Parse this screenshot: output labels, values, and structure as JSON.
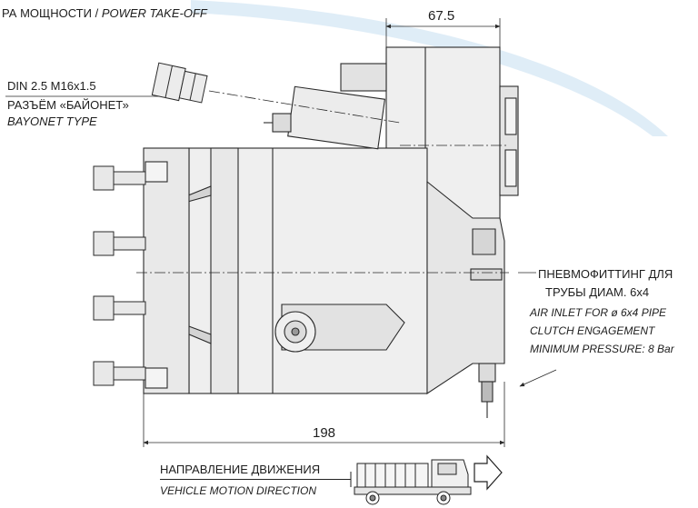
{
  "header": {
    "ru": "РА МОЩНОСТИ",
    "sep": " / ",
    "en": "POWER TAKE-OFF"
  },
  "dimensions": {
    "top": "67.5",
    "bottom": "198"
  },
  "labels": {
    "connector": {
      "line1": "DIN 2.5 M16x1.5",
      "line2": "РАЗЪЁМ «БАЙОНЕТ»",
      "line3": "BAYONET TYPE"
    },
    "air_inlet": {
      "line1": "ПНЕВМОФИТТИНГ ДЛЯ",
      "line2": "ТРУБЫ ДИАМ. 6х4",
      "line3": "AIR INLET FOR ø 6x4 PIPE",
      "line4": "CLUTCH ENGAGEMENT",
      "line5": "MINIMUM PRESSURE: 8 Bar"
    },
    "direction": {
      "ru": "НАПРАВЛЕНИЕ ДВИЖЕНИЯ",
      "en": "VEHICLE MOTION DIRECTION"
    }
  },
  "colors": {
    "line": "#2a2a2a",
    "body_fill": "#eeeeee",
    "shade_fill": "#d9d9d9",
    "arc_light": "#dbeaf5"
  }
}
